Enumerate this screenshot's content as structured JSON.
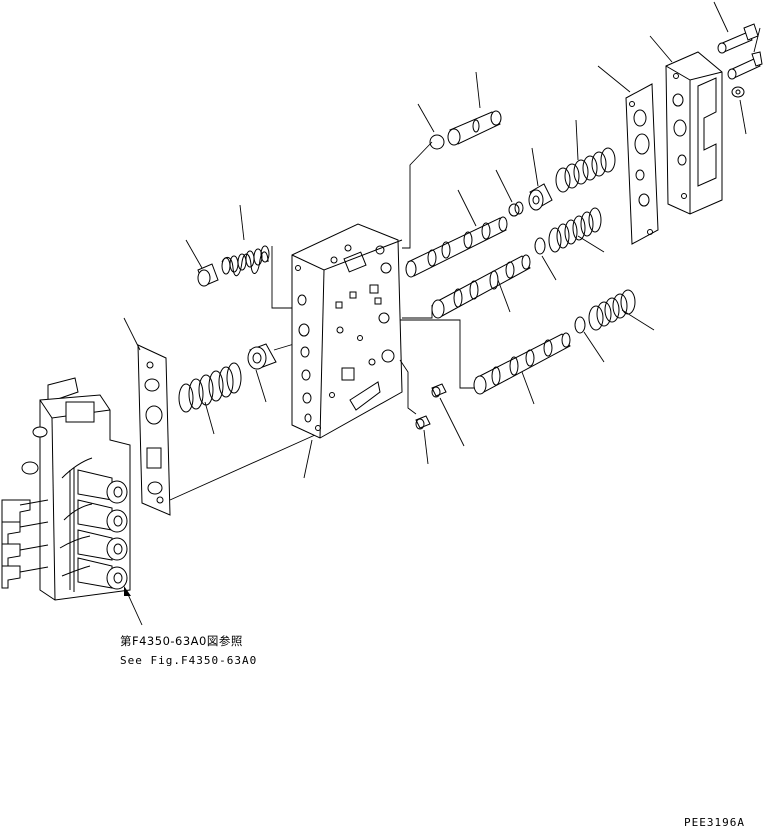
{
  "reference": {
    "japanese": "第F4350-63A0図参照",
    "english": "See Fig.F4350-63A0"
  },
  "drawing_code": "PEE3196A"
}
